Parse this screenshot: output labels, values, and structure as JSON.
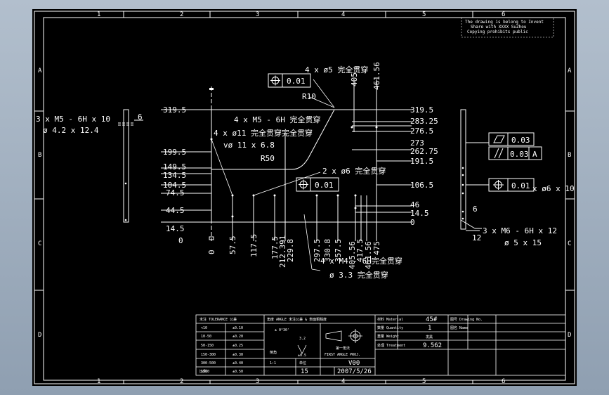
{
  "colors": {
    "background": "#000000",
    "line": "#ffffff",
    "frame_outer": "#9aa8b8"
  },
  "border": {
    "top_zones": [
      "1",
      "2",
      "3",
      "4",
      "5",
      "6"
    ],
    "side_zones": [
      "A",
      "B",
      "C",
      "D"
    ]
  },
  "notice": {
    "line1": "The drawing is belong to Invent",
    "line2": "Share with XXXX SuZhou",
    "line3": "Copying prohibits public"
  },
  "left_view": {
    "note1": "3 x M5 - 6H x 10",
    "note2": "ø 4.2 x 12.4",
    "dim": "6"
  },
  "right_view": {
    "flatness": "0.03",
    "parallel": "0.03",
    "datum": "A",
    "position": "0.01",
    "hole_note": "x ø6 x 10",
    "dim_6": "6",
    "dim_12": "12",
    "thread_note1": "3 x M6 - 6H x 12",
    "thread_note2": "ø 5 x 15"
  },
  "main_view": {
    "fcf1": "0.01",
    "fcf2": "0.01",
    "note_top": "4 x ø5 完全贯穿",
    "note_m5": "4 x M5 - 6H 完全贯穿",
    "note_d11": "4 x ø11 完全贯穿完全贯穿",
    "note_cb": "vø 11 x 6.8",
    "note_d6": "2 x ø6 完全贯穿",
    "note_m4": "4 x M4 - 6H完全贯穿",
    "note_d33": "ø 3.3 完全贯穿",
    "radius_10": "R10",
    "radius_50": "R50",
    "y_left": [
      "319.5",
      "199.5",
      "149.5",
      "134.5",
      "104.5",
      "74.5",
      "44.5",
      "14.5",
      "0"
    ],
    "y_right": [
      "319.5",
      "283.25",
      "276.5",
      "273",
      "262.75",
      "191.5",
      "106.5",
      "46",
      "14.5",
      "0"
    ],
    "x_bottom": [
      "0",
      "57.5",
      "117.5",
      "177.5",
      "212.391",
      "229.8",
      "297.5",
      "330.8",
      "357.5",
      "405.56",
      "417.5",
      "461.56",
      "475"
    ],
    "x_top": [
      "405",
      "461.56"
    ]
  },
  "title_block": {
    "tol_header": "未注 TOLERANCE 公差",
    "tol_rows": [
      [
        "<10",
        "±0.10"
      ],
      [
        "10-50",
        "±0.20"
      ],
      [
        "50-150",
        "±0.25"
      ],
      [
        "150-300",
        "±0.30"
      ],
      [
        "300-500",
        "±0.40"
      ],
      [
        ">500",
        "±0.50"
      ]
    ],
    "angle_header": "角度 ANGLE 未注公差 & 表面粗糙度",
    "angle_tol": "± 0°30'",
    "roughness": "3.2",
    "chamfer_label": "倒角",
    "chamfer_value": "±0.5",
    "projection": "第一角法",
    "projection_en": "FIRST ANGLE PROJ.",
    "scale_label": "比例",
    "scale_value": "1:1",
    "unit_label": "单位",
    "unit_value": "15",
    "version": "V00",
    "date": "2007/5/26",
    "right_labels": [
      "材料 Material",
      "数量 Quantity",
      "重量 Weight",
      "处理 Treatment",
      "图号 Drawing No.",
      "图名 Name"
    ],
    "material": "45#",
    "quantity": "1",
    "treatment": "发黑",
    "weight": "9.562"
  }
}
